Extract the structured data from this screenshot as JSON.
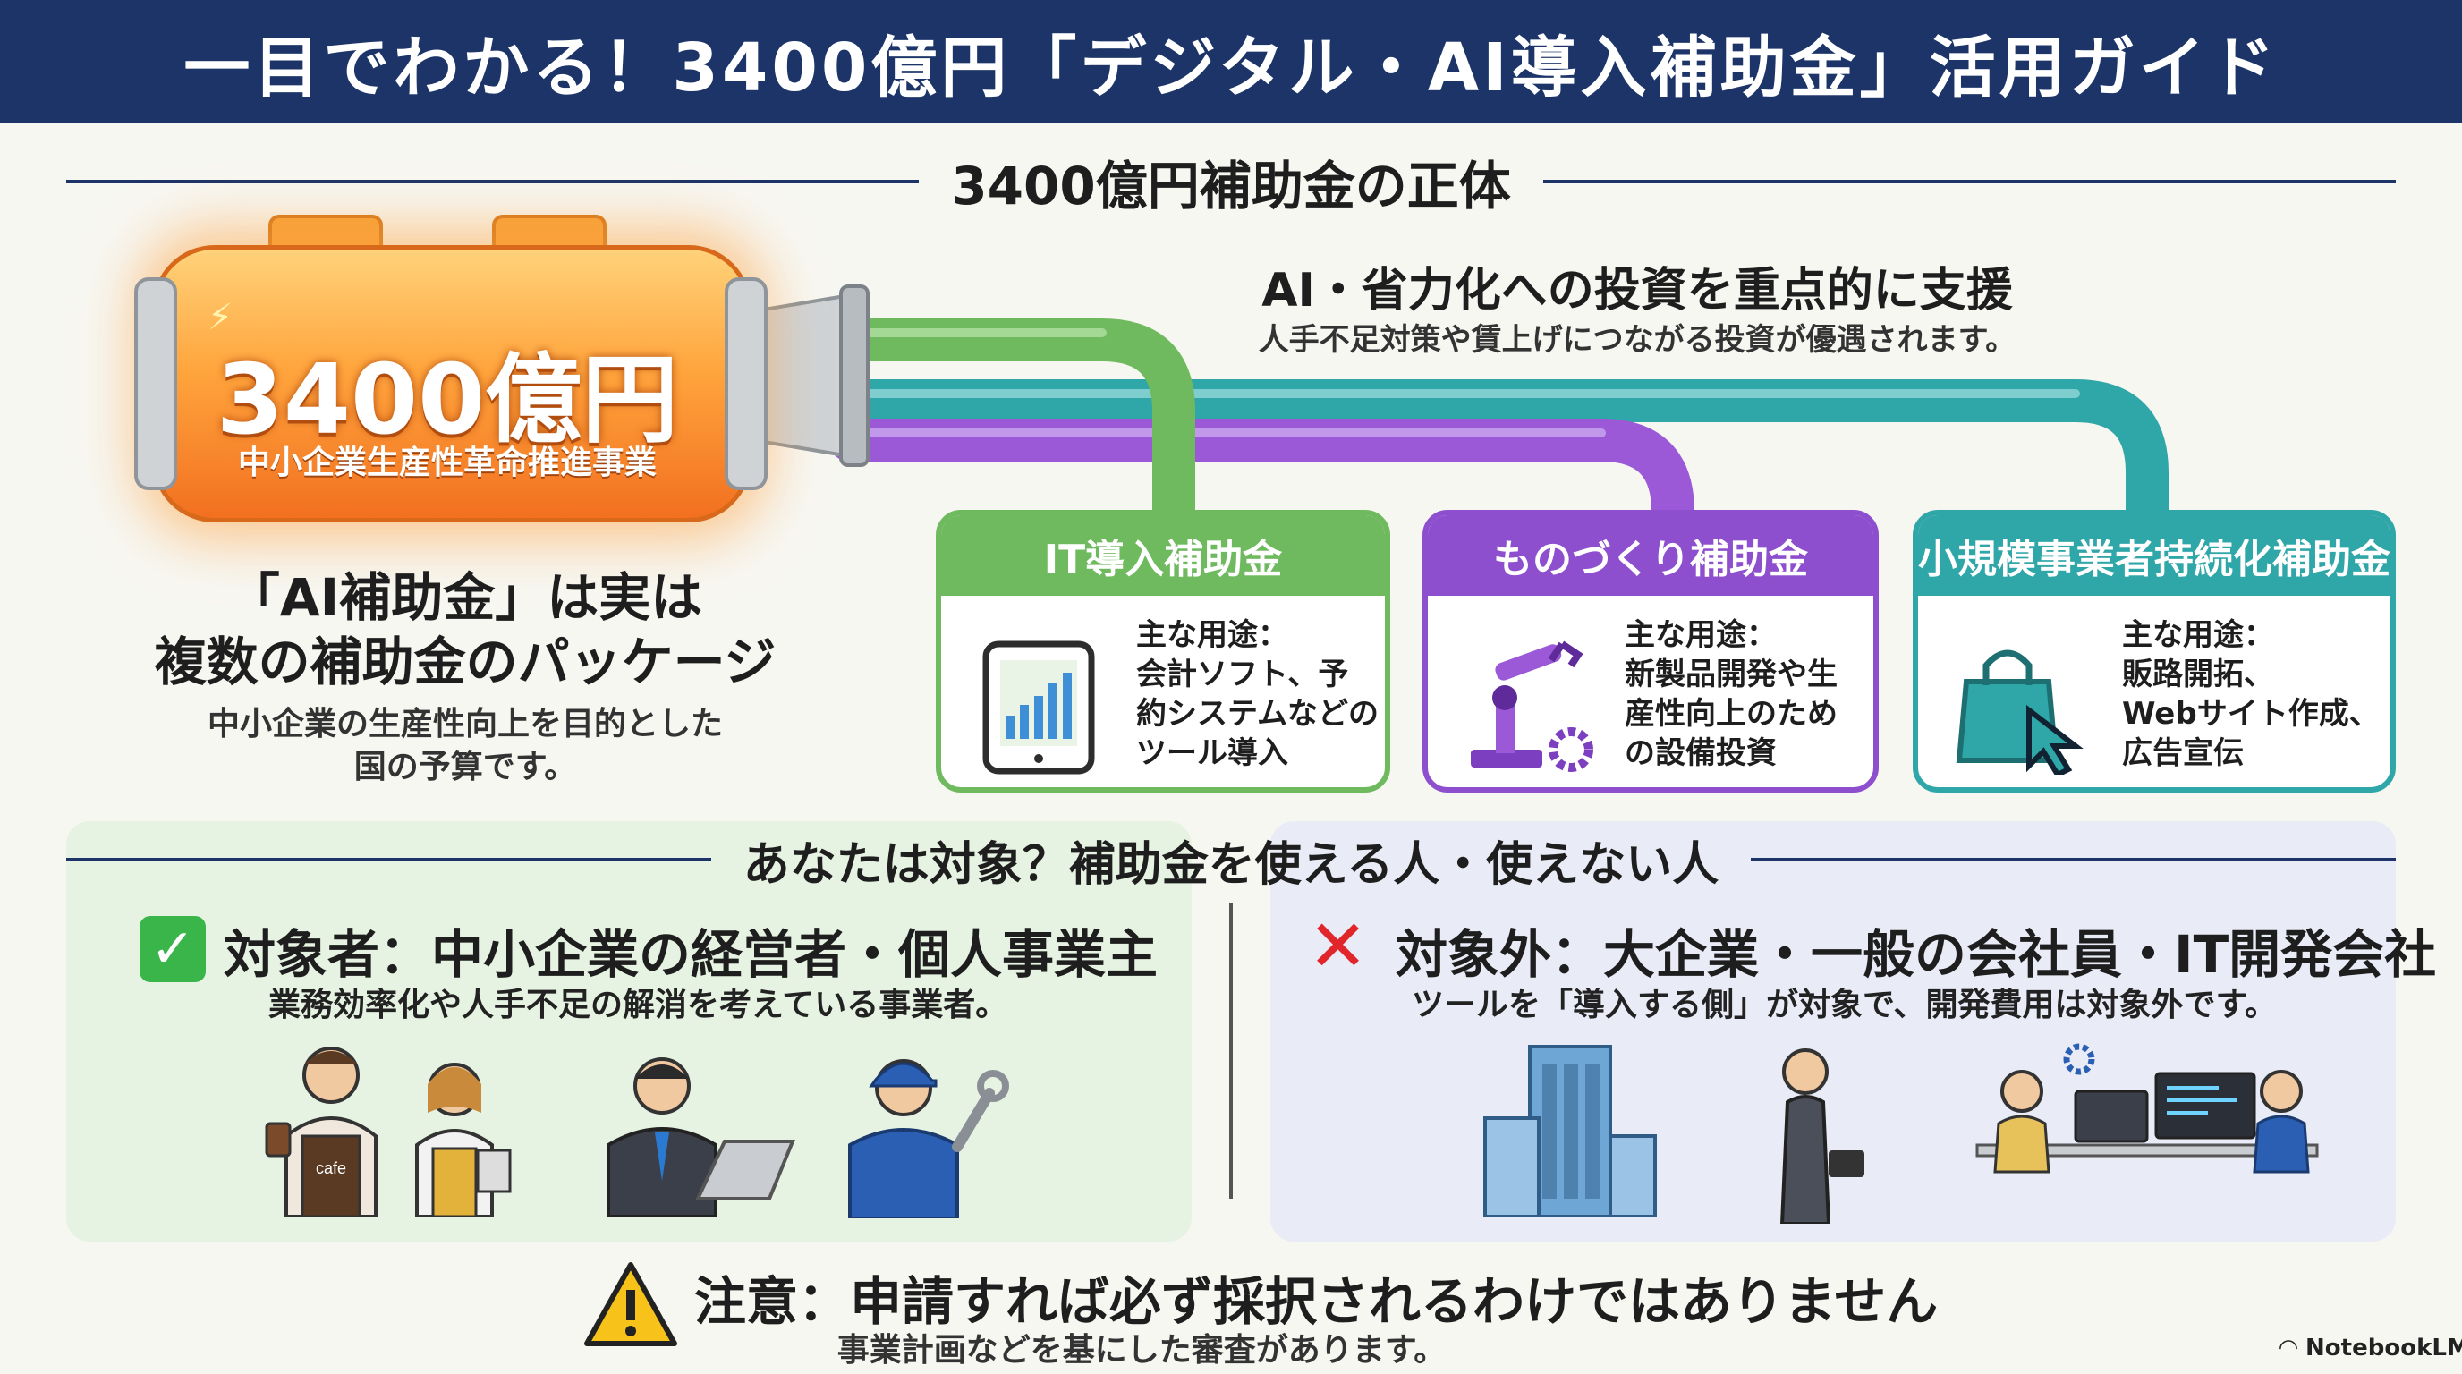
{
  "header": {
    "title": "一目でわかる！3400億円「デジタル・AI導入補助金」活用ガイド"
  },
  "section1": {
    "heading": "3400億円補助金の正体",
    "tank": {
      "amount": "3400億円",
      "name": "中小企業生産性革命推進事業"
    },
    "package": {
      "line1": "「AI補助金」は実は",
      "line2": "複数の補助金のパッケージ",
      "desc1": "中小企業の生産性向上を目的とした",
      "desc2": "国の予算です。"
    },
    "focus": {
      "title": "AI・省力化への投資を重点的に支援",
      "sub": "人手不足対策や賃上げにつながる投資が優遇されます。"
    },
    "cards": [
      {
        "title": "IT導入補助金",
        "lines": [
          "主な用途：",
          "会計ソフト、予",
          "約システムなどの",
          "ツール導入"
        ],
        "color": "#6fba5e",
        "icon": "tablet-chart-icon"
      },
      {
        "title": "ものづくり補助金",
        "lines": [
          "主な用途：",
          "新製品開発や生",
          "産性向上のため",
          "の設備投資"
        ],
        "color": "#8e4fcf",
        "icon": "robot-arm-icon"
      },
      {
        "title": "小規模事業者持続化補助金",
        "lines": [
          "主な用途：",
          "販路開拓、",
          "Webサイト作成、",
          "広告宣伝"
        ],
        "color": "#2fa6a8",
        "icon": "shopping-bag-icon"
      }
    ]
  },
  "section2": {
    "heading": "あなたは対象？補助金を使える人・使えない人",
    "eligible": {
      "title": "対象者：中小企業の経営者・個人事業主",
      "sub": "業務効率化や人手不足の解消を考えている事業者。",
      "cafe_label": "cafe"
    },
    "not_eligible": {
      "title": "対象外：大企業・一般の会社員・IT開発会社",
      "sub": "ツールを「導入する側」が対象で、開発費用は対象外です。"
    }
  },
  "note": {
    "title": "注意：申請すれば必ず採択されるわけではありません",
    "sub": "事業計画などを基にした審査があります。"
  },
  "brand": {
    "name": "NotebookLM"
  },
  "colors": {
    "navy": "#1c3468",
    "green": "#6fba5e",
    "purple": "#8e4fcf",
    "teal": "#2fa6a8",
    "orange": "#f57c20"
  }
}
